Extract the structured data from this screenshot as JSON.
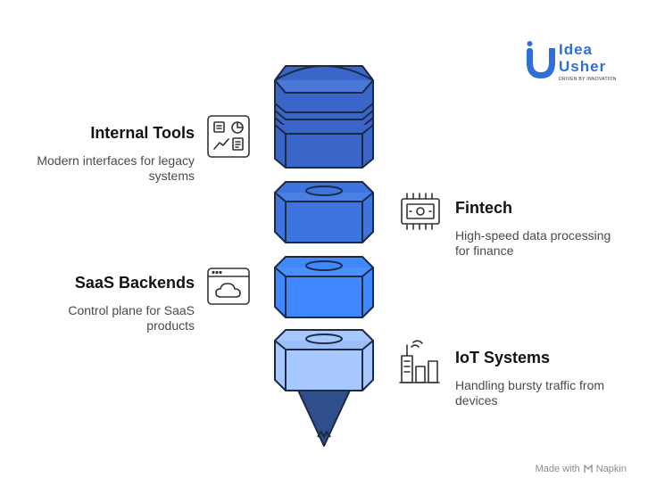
{
  "brand": {
    "line1": "Idea",
    "line2": "Usher",
    "tagline": "DRIVEN BY INNOVATION"
  },
  "items": [
    {
      "title": "Internal Tools",
      "description": [
        "Modern interfaces for legacy",
        "systems"
      ],
      "icon": "dashboard-icon"
    },
    {
      "title": "Fintech",
      "description": [
        "High-speed data processing",
        "for finance"
      ],
      "icon": "money-chip-icon"
    },
    {
      "title": "SaaS Backends",
      "description": [
        "Control plane for SaaS",
        "products"
      ],
      "icon": "cloud-window-icon"
    },
    {
      "title": "IoT Systems",
      "description": [
        "Handling bursty traffic from",
        "devices"
      ],
      "icon": "signal-tower-icon"
    }
  ],
  "colors": {
    "segment_top": "#3b66c9",
    "segment2": "#3d74df",
    "segment3": "#3f88ff",
    "segment4": "#a7c7ff",
    "tip": "#2f4f8c",
    "outline": "#1c2a44"
  },
  "footer": {
    "made_with": "Made with",
    "brand": "Napkin"
  }
}
